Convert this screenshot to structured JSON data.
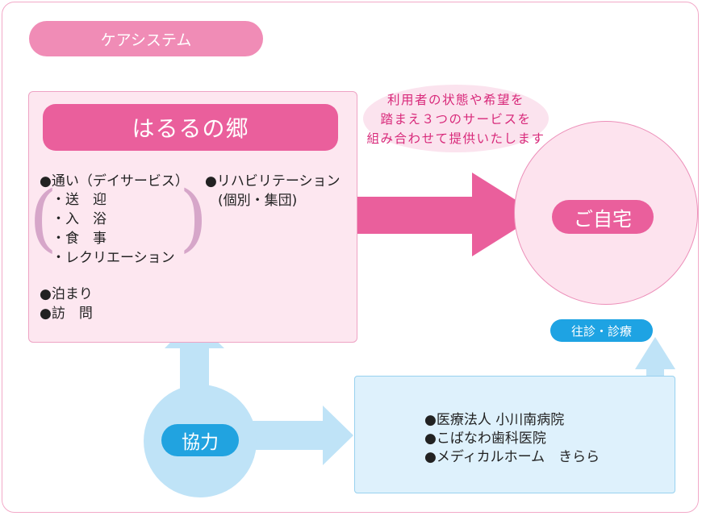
{
  "header": {
    "title": "ケアシステム"
  },
  "facility": {
    "name": "はるるの郷",
    "day_service": "●通い（デイサービス）",
    "day_items": [
      "・送　迎",
      "・入　浴",
      "・食　事",
      "・レクリエーション"
    ],
    "rehab_line1": "●リハビリテーション",
    "rehab_line2": "(個別・集団)",
    "stay": "●泊まり",
    "visit": "●訪　問"
  },
  "note": {
    "lines": [
      "利用者の状態や希望を",
      "踏まえ３つのサービスを",
      "組み合わせて提供いたします"
    ]
  },
  "home": {
    "label": "ご自宅"
  },
  "cooperation": {
    "label": "協力"
  },
  "medical": {
    "visit_label": "往診・診療",
    "partners": [
      "●医療法人 小川南病院",
      "●こばなわ歯科医院",
      "●メディカルホーム　きらら"
    ]
  },
  "colors": {
    "pink": "#ea5f9c",
    "light_pink": "#fde7f0",
    "blue": "#1ea3e3",
    "light_blue": "#bfe3f7"
  }
}
